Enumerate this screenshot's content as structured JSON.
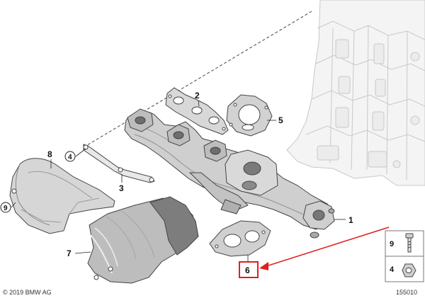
{
  "diagram": {
    "callouts": {
      "c1": "1",
      "c2": "2",
      "c3": "3",
      "c4": "4",
      "c5": "5",
      "c6": "6",
      "c7": "7",
      "c8": "8",
      "c9": "9"
    },
    "legend": {
      "item_a": "9",
      "item_b": "4"
    },
    "highlight": {
      "part": "6",
      "color": "#e02020"
    }
  },
  "footer": {
    "copyright": "© 2019 BMW AG",
    "image_number": "155010"
  },
  "colors": {
    "line": "#333333",
    "light_part": "#e6e6e6",
    "mid_part": "#c4c4c4",
    "dark_part": "#8e8e8e",
    "highlight": "#e02020"
  }
}
